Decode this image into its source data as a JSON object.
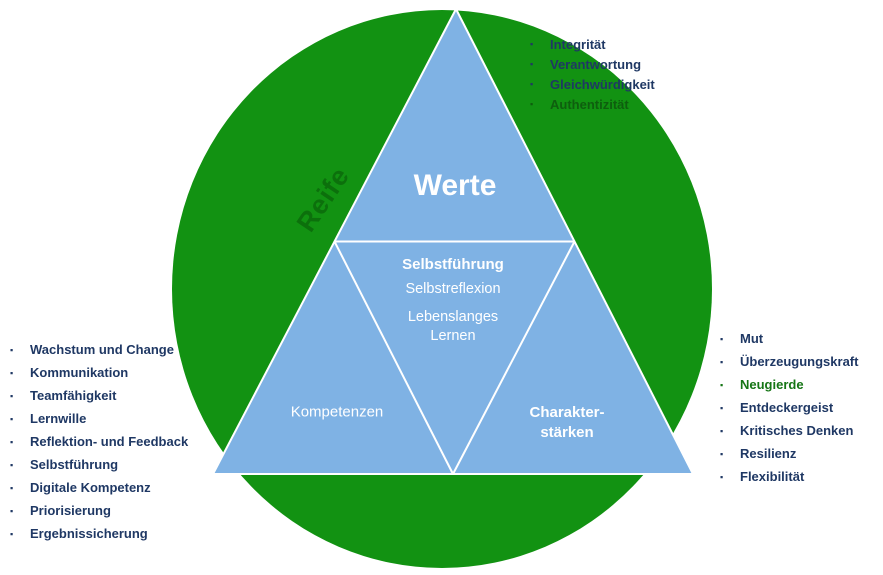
{
  "diagram": {
    "circle_label": "Reife",
    "triangle_top_label": "Werte",
    "center_triangle": {
      "line1": "Selbstführung",
      "line2": "Selbstreflexion",
      "line3": "Lebenslanges",
      "line4": "Lernen"
    },
    "bottom_left_label": "Kompetenzen",
    "bottom_right_label": {
      "line1": "Charakter-",
      "line2": "stärken"
    },
    "colors": {
      "circle_green": "#129212",
      "triangle_blue": "#7FB2E4",
      "outline_white": "#FFFFFF",
      "text_navy": "#1F3864",
      "text_green": "#0E5E0E",
      "reife_text": "#0B6B0B"
    }
  },
  "lists": {
    "bullet": "▪",
    "werte": {
      "items": [
        {
          "label": "Integrität",
          "color": "#1F3864"
        },
        {
          "label": "Verantwortung",
          "color": "#1F3864"
        },
        {
          "label": "Gleichwürdigkeit",
          "color": "#1F3864"
        },
        {
          "label": "Authentizität",
          "color": "#0E5E0E"
        }
      ]
    },
    "kompetenzen": {
      "items": [
        {
          "label": "Wachstum und Change",
          "color": "#1F3864"
        },
        {
          "label": "Kommunikation",
          "color": "#1F3864"
        },
        {
          "label": "Teamfähigkeit",
          "color": "#1F3864"
        },
        {
          "label": "Lernwille",
          "color": "#1F3864"
        },
        {
          "label": "Reflektion- und Feedback",
          "color": "#1F3864"
        },
        {
          "label": "Selbstführung",
          "color": "#1F3864"
        },
        {
          "label": "Digitale Kompetenz",
          "color": "#1F3864"
        },
        {
          "label": "Priorisierung",
          "color": "#1F3864"
        },
        {
          "label": "Ergebnissicherung",
          "color": "#1F3864"
        }
      ]
    },
    "staerken": {
      "items": [
        {
          "label": "Mut",
          "color": "#1F3864"
        },
        {
          "label": "Überzeugungskraft",
          "color": "#1F3864"
        },
        {
          "label": "Neugierde",
          "color": "#157515"
        },
        {
          "label": "Entdeckergeist",
          "color": "#1F3864"
        },
        {
          "label": "Kritisches Denken",
          "color": "#1F3864"
        },
        {
          "label": "Resilienz",
          "color": "#1F3864"
        },
        {
          "label": "Flexibilität",
          "color": "#1F3864"
        }
      ]
    }
  }
}
